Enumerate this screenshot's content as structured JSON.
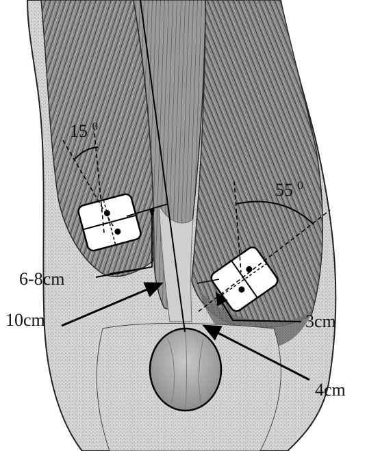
{
  "figure": {
    "angles": [
      {
        "id": "medial",
        "value": "15",
        "unit": "0"
      },
      {
        "id": "lateral",
        "value": "55",
        "unit": "0"
      }
    ],
    "distances": [
      {
        "id": "d1",
        "text": "6-8cm"
      },
      {
        "id": "d2",
        "text": "10cm"
      },
      {
        "id": "d3",
        "text": "3cm"
      },
      {
        "id": "d4",
        "text": "4cm"
      }
    ],
    "electrodes": [
      {
        "id": "vastus-medialis-electrode",
        "orientation_deg": 15
      },
      {
        "id": "vastus-lateralis-electrode",
        "orientation_deg": 55
      }
    ]
  }
}
